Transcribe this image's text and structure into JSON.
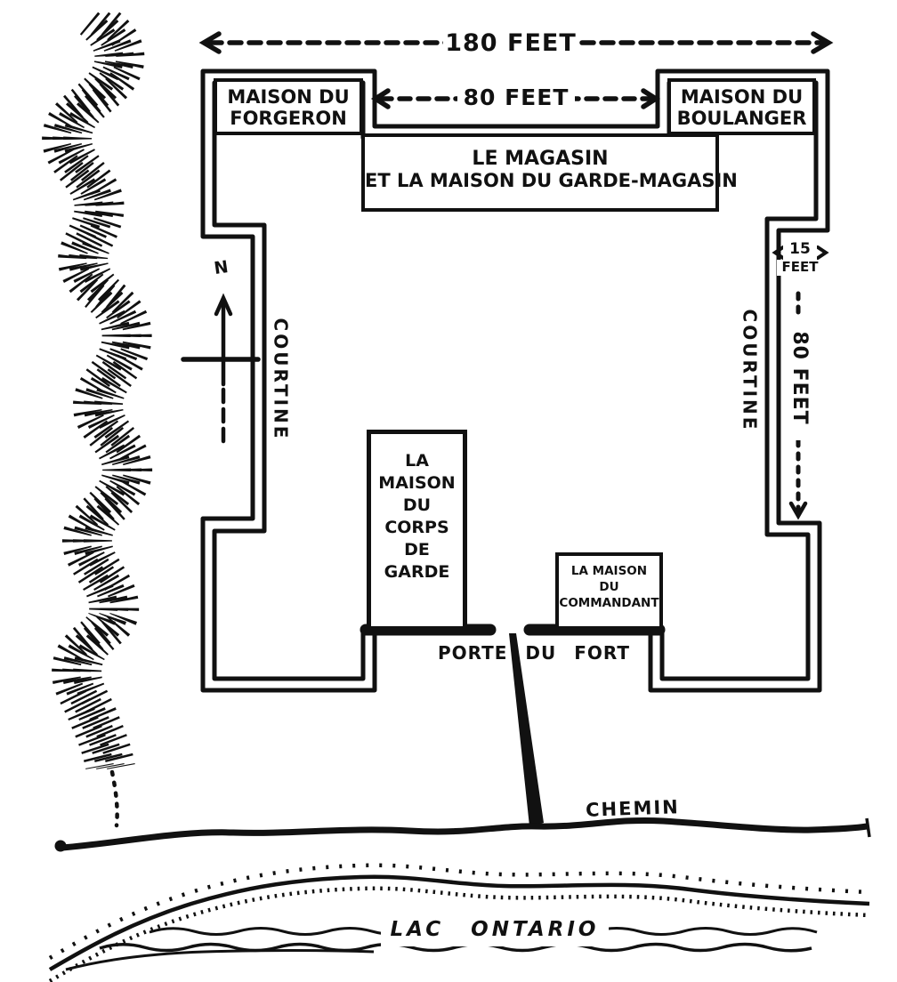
{
  "plan": {
    "paper_color": "#ffffff",
    "ink_color": "#111111",
    "compass": {
      "north_label": "N"
    },
    "dimensions": {
      "overall_width": "180 FEET",
      "inner_width": "80 FEET",
      "bastion_depth_value": "15",
      "bastion_depth_unit": "FEET",
      "curtain_length": "80 FEET"
    },
    "walls": {
      "left": "COURTINE",
      "right": "COURTINE"
    },
    "buildings": {
      "forgeron": {
        "lines": [
          "MAISON DU",
          "FORGERON"
        ]
      },
      "boulanger": {
        "lines": [
          "MAISON DU",
          "BOULANGER"
        ]
      },
      "magasin": {
        "lines": [
          "LE MAGASIN",
          "ET LA MAISON DU GARDE-MAGASIN"
        ]
      },
      "corps_de_garde": {
        "lines": [
          "LA",
          "MAISON",
          "DU",
          "CORPS",
          "DE",
          "GARDE"
        ]
      },
      "commandant": {
        "lines": [
          "LA MAISON",
          "DU",
          "COMMANDANT"
        ]
      }
    },
    "features": {
      "gate": "PORTE DU FORT",
      "road": "CHEMIN",
      "lake": "LAC ONTARIO"
    }
  }
}
